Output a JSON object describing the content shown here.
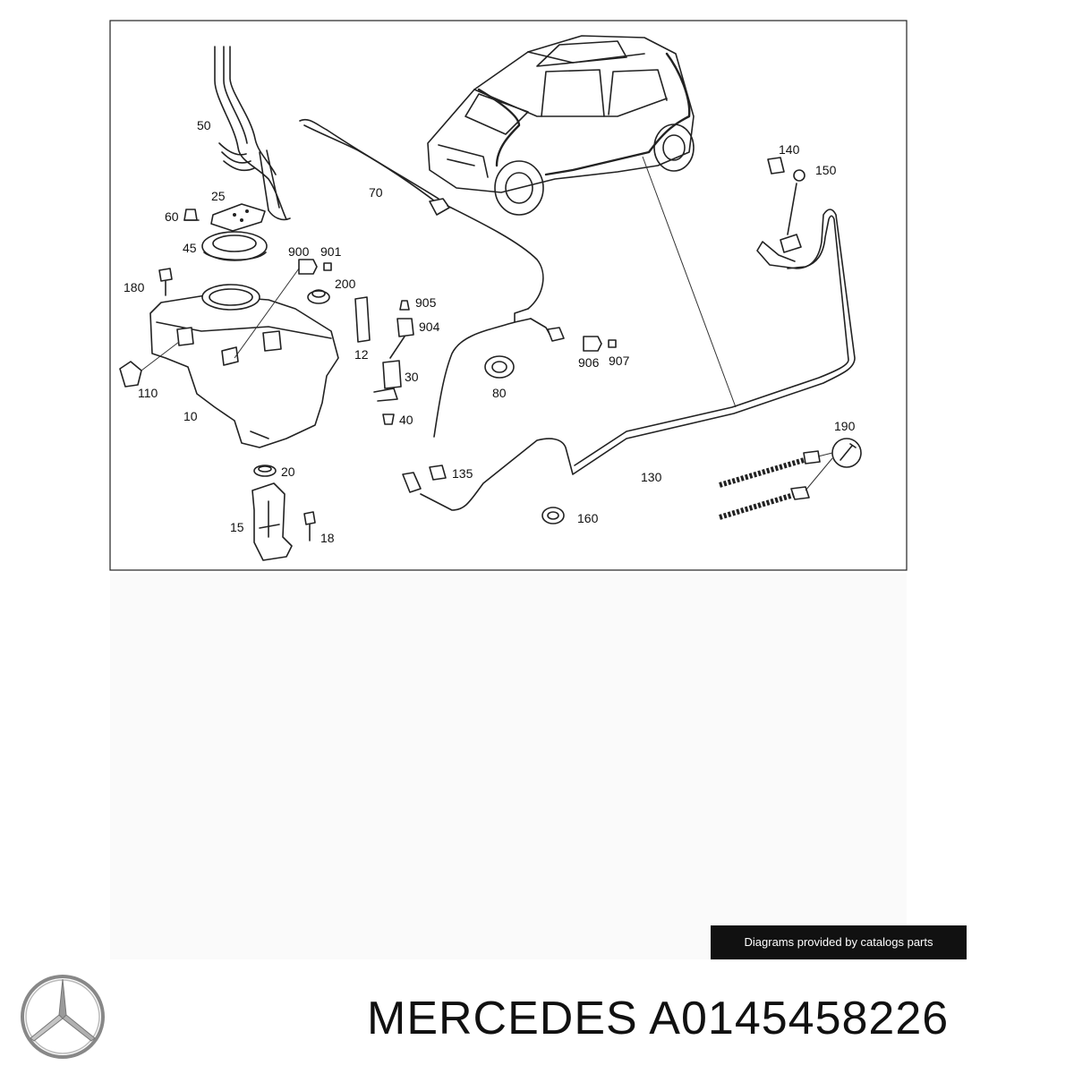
{
  "diagram": {
    "labels": {
      "p50": "50",
      "p25": "25",
      "p60": "60",
      "p45": "45",
      "p900": "900",
      "p901": "901",
      "p180": "180",
      "p200": "200",
      "p905": "905",
      "p904": "904",
      "p12": "12",
      "p30": "30",
      "p110": "110",
      "p10": "10",
      "p40": "40",
      "p80": "80",
      "p906": "906",
      "p907": "907",
      "p70": "70",
      "p140": "140",
      "p150": "150",
      "p190": "190",
      "p135": "135",
      "p130": "130",
      "p20": "20",
      "p160": "160",
      "p15": "15",
      "p18": "18"
    }
  },
  "footer": {
    "credit": "Diagrams provided by catalogs parts",
    "brand": "MERCEDES",
    "part_number": "A0145458226",
    "title": "MERCEDES A0145458226"
  }
}
